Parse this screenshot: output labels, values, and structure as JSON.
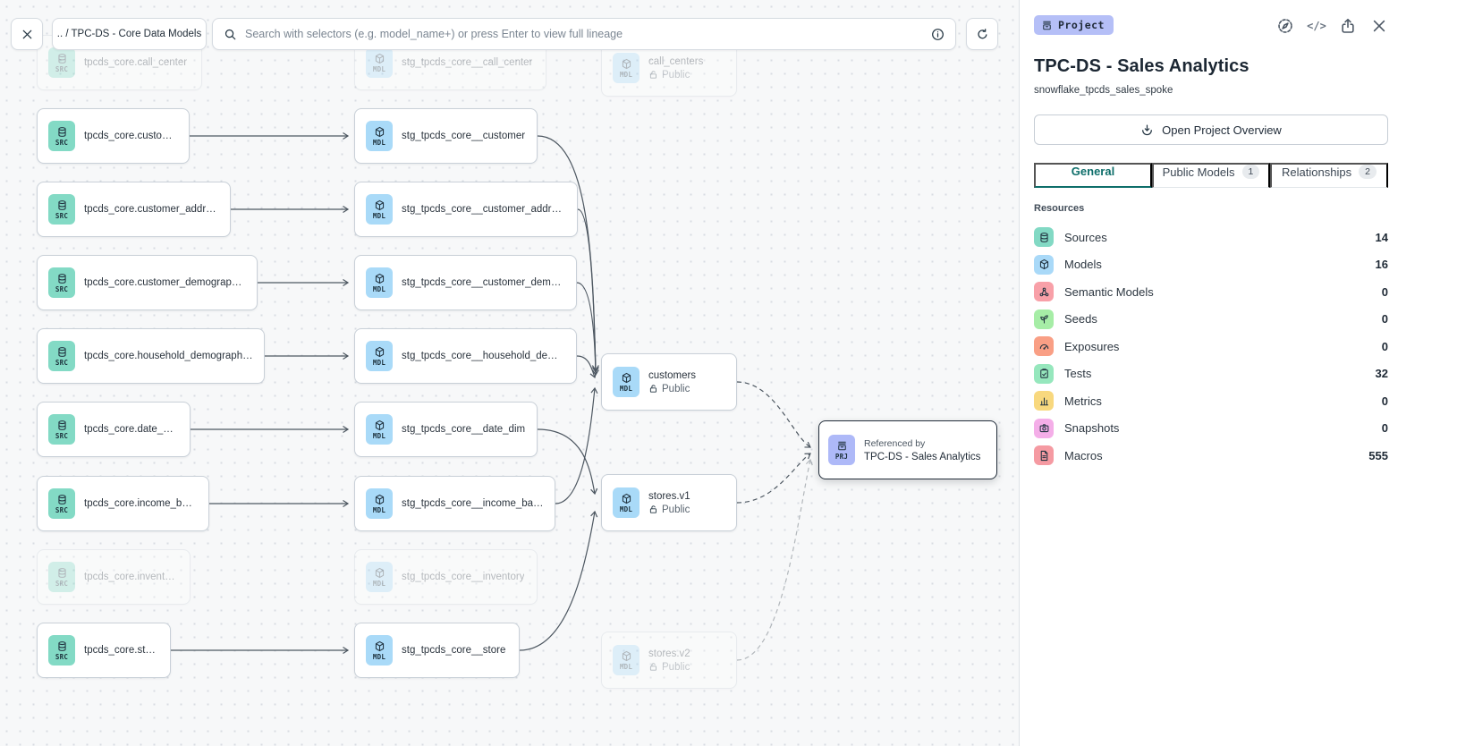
{
  "topbar": {
    "breadcrumb": ".. / TPC-DS - Core Data Models",
    "search_placeholder": "Search with selectors (e.g. model_name+) or press Enter to view full lineage"
  },
  "canvas": {
    "badges": {
      "src": "SRC",
      "mdl": "MDL",
      "prj": "PRJ"
    },
    "sources": [
      {
        "name": "tpcds_core.call_center"
      },
      {
        "name": "tpcds_core.customer"
      },
      {
        "name": "tpcds_core.customer_address"
      },
      {
        "name": "tpcds_core.customer_demographics"
      },
      {
        "name": "tpcds_core.household_demographics"
      },
      {
        "name": "tpcds_core.date_dim"
      },
      {
        "name": "tpcds_core.income_band"
      },
      {
        "name": "tpcds_core.inventory"
      },
      {
        "name": "tpcds_core.store"
      }
    ],
    "models": [
      {
        "name": "stg_tpcds_core__call_center"
      },
      {
        "name": "stg_tpcds_core__customer"
      },
      {
        "name": "stg_tpcds_core__customer_address"
      },
      {
        "name": "stg_tpcds_core__customer_demographics"
      },
      {
        "name": "stg_tpcds_core__household_demographics"
      },
      {
        "name": "stg_tpcds_core__date_dim"
      },
      {
        "name": "stg_tpcds_core__income_band"
      },
      {
        "name": "stg_tpcds_core__inventory"
      },
      {
        "name": "stg_tpcds_core__store"
      }
    ],
    "public_models": [
      {
        "name": "call_centers",
        "access": "Public"
      },
      {
        "name": "customers",
        "access": "Public"
      },
      {
        "name": "stores.v1",
        "access": "Public"
      },
      {
        "name": "stores.v2",
        "access": "Public"
      }
    ],
    "project_node": {
      "caption": "Referenced by",
      "name": "TPC-DS - Sales Analytics"
    }
  },
  "panel": {
    "type_badge": "Project",
    "title": "TPC-DS - Sales Analytics",
    "subtitle": "snowflake_tpcds_sales_spoke",
    "overview_button": "Open Project Overview",
    "code_icon_glyph": "</>",
    "tabs": [
      {
        "label": "General",
        "badge": ""
      },
      {
        "label": "Public Models",
        "badge": "1"
      },
      {
        "label": "Relationships",
        "badge": "2"
      }
    ],
    "resources_header": "Resources",
    "resources": [
      {
        "label": "Sources",
        "count": "14",
        "color": "#82d9c4"
      },
      {
        "label": "Models",
        "count": "16",
        "color": "#a9d9f8"
      },
      {
        "label": "Semantic Models",
        "count": "0",
        "color": "#f8a0a8"
      },
      {
        "label": "Seeds",
        "count": "0",
        "color": "#a6eda6"
      },
      {
        "label": "Exposures",
        "count": "0",
        "color": "#f99f85"
      },
      {
        "label": "Tests",
        "count": "32",
        "color": "#96e7bd"
      },
      {
        "label": "Metrics",
        "count": "0",
        "color": "#f8d87e"
      },
      {
        "label": "Snapshots",
        "count": "0",
        "color": "#f4aee8"
      },
      {
        "label": "Macros",
        "count": "555",
        "color": "#f59aa2"
      }
    ]
  }
}
